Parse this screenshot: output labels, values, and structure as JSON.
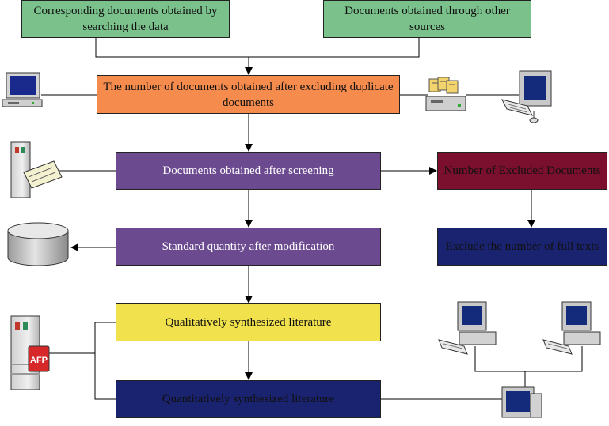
{
  "colors": {
    "green": "#7bc18b",
    "orange": "#f58b4c",
    "purple": "#6c4a8f",
    "yellow": "#f1e14c",
    "navy": "#1a2370",
    "maroon": "#7b0f2e"
  },
  "boxes": {
    "search": "Corresponding documents obtained by searching the data",
    "other": "Documents obtained through other sources",
    "dedup": "The number of documents obtained after excluding duplicate documents",
    "screen": "Documents obtained after screening",
    "excluded": "Number of Excluded Documents",
    "fulltext": "Exclude the number of full texts",
    "modify": "Standard quantity after modification",
    "qual": "Qualitatively synthesized literature",
    "quant": "Quantitatively synthesized literature"
  },
  "icons": {
    "server_badge": "AFP"
  }
}
